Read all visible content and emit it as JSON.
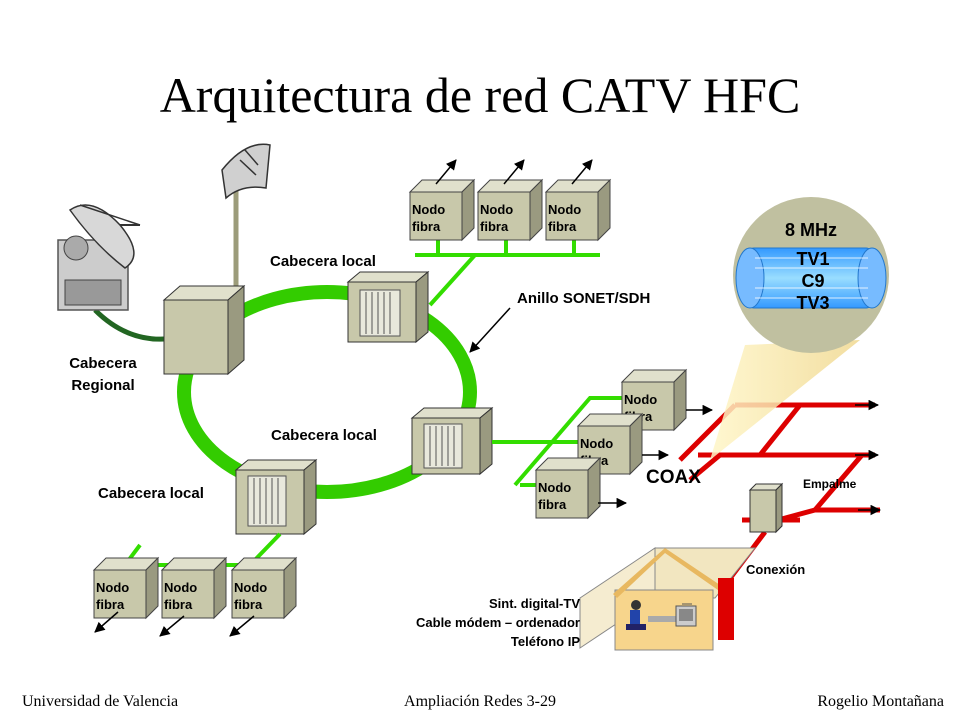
{
  "title": "Arquitectura de red CATV HFC",
  "labels": {
    "cabecera_regional_1": "Cabecera",
    "cabecera_regional_2": "Regional",
    "cabecera_local_top": "Cabecera local",
    "cabecera_local_mid": "Cabecera local",
    "cabecera_local_bottom": "Cabecera local",
    "ring": "Anillo SONET/SDH",
    "coax": "COAX",
    "empalme": "Empalme",
    "conexion": "Conexión",
    "freq": "8 MHz",
    "channel_1": "TV1",
    "channel_2": "C9",
    "channel_3": "TV3"
  },
  "node": {
    "line1": "Nodo",
    "line2": "fibra"
  },
  "services": [
    "Sint. digital-TV",
    "Cable módem – ordenador",
    "Teléfono IP"
  ],
  "footer": {
    "left": "Universidad de Valencia",
    "center": "Ampliación Redes 3-29",
    "right": "Rogelio Montañana"
  },
  "colors": {
    "fiber": "#33dd00",
    "ring": "#33cc00",
    "coax": "#dd0000",
    "box": "#c8c8aa",
    "bubble": "#c0c0a0",
    "cable": "#66bbff"
  }
}
